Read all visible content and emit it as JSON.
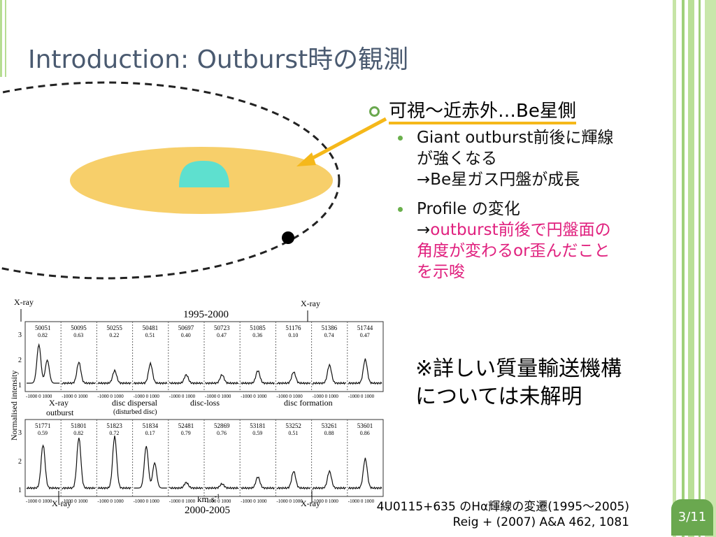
{
  "slide": {
    "title": "Introduction: Outburst時の観測",
    "page": "3/11"
  },
  "colors": {
    "title": "#4a5a70",
    "accent_green": "#6aa84f",
    "disc": "#f7cf6a",
    "star": "#5ee0cf",
    "arrow": "#f5b81a",
    "highlight": "#e0207e"
  },
  "bullets": {
    "main": "可視〜近赤外…Be星側",
    "sub1_lines": [
      "Giant outburst前後に輝線",
      "が強くなる",
      "→Be星ガス円盤が成長"
    ],
    "sub2_line1": "Profile の変化",
    "sub2_arrow": "→",
    "sub2_pink_lines": [
      "outburst前後で円盤面の",
      "角度が変わるor歪んだこと",
      "を示唆"
    ]
  },
  "note": {
    "line1": "※詳しい質量輸送機構",
    "line2": "については未解明"
  },
  "figure_text": {
    "period_top": "1995-2000",
    "period_bottom": "2000-2005",
    "xray": "X-ray",
    "yaxis": "Normalised intensity",
    "xaxis": "km s",
    "xaxis_exp": "-1",
    "top_row_labels": [
      "50051",
      "50095",
      "50255",
      "50481",
      "50697",
      "50723",
      "51085",
      "51176",
      "51386",
      "51744"
    ],
    "top_row_ew": [
      "0.82",
      "0.63",
      "0.22",
      "0.51",
      "0.40",
      "0.47",
      "0.36",
      "0.10",
      "0.74",
      "0.47"
    ],
    "bottom_row_labels": [
      "51771",
      "51801",
      "51823",
      "51834",
      "52481",
      "52869",
      "53181",
      "53252",
      "53261",
      "53601"
    ],
    "bottom_row_ew": [
      "0.59",
      "0.82",
      "0.72",
      "0.17",
      "0.79",
      "0.76",
      "0.59",
      "0.51",
      "0.88",
      "0.86"
    ],
    "axis_tick": "-1000 0 1000",
    "phase_labels": [
      "X-ray",
      "outburst",
      "disc dispersal",
      "(disturbed disc)",
      "disc-loss",
      "disc formation"
    ],
    "yticks": [
      "3",
      "2",
      "1"
    ]
  },
  "caption": {
    "line1": "4U0115+635 のHα輝線の変遷(1995〜2005)",
    "line2": "Reig + (2007) A&A 462, 1081"
  }
}
